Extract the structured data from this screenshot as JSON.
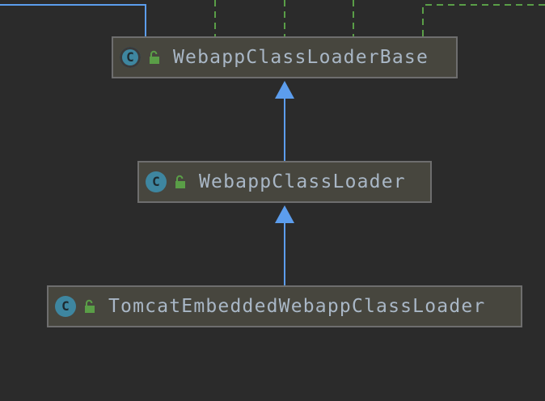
{
  "diagram": {
    "nodes": [
      {
        "id": "base",
        "label": "WebappClassLoaderBase",
        "kind": "class",
        "abstract": true,
        "badge_letter": "C",
        "badge_icon": "class-icon",
        "visibility_icon": "unlock-icon"
      },
      {
        "id": "loader",
        "label": "WebappClassLoader",
        "kind": "class",
        "abstract": false,
        "badge_letter": "C",
        "badge_icon": "class-icon",
        "visibility_icon": "unlock-icon"
      },
      {
        "id": "embedded",
        "label": "TomcatEmbeddedWebappClassLoader",
        "kind": "class",
        "abstract": false,
        "badge_letter": "C",
        "badge_icon": "class-icon",
        "visibility_icon": "unlock-icon"
      }
    ],
    "edges": [
      {
        "from": "loader",
        "to": "base",
        "type": "extends"
      },
      {
        "from": "embedded",
        "to": "loader",
        "type": "extends"
      }
    ],
    "colors": {
      "background": "#2b2b2b",
      "node_fill": "#47463e",
      "node_border": "#6e6e6e",
      "extends_line": "#5c9ded",
      "implements_line": "#5a9e47",
      "class_badge": "#3e86a0",
      "lock": "#5a9e47",
      "text": "#a9b7c6"
    }
  }
}
